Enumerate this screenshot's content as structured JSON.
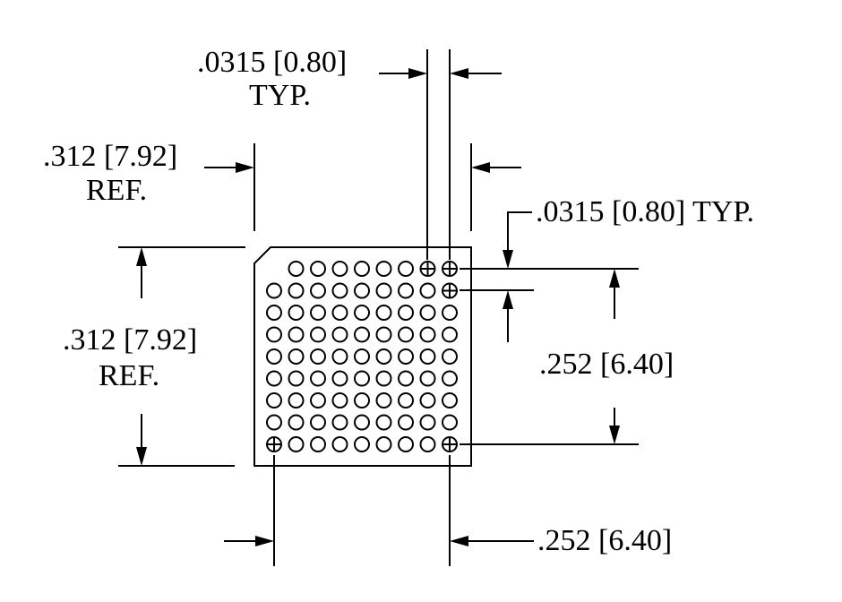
{
  "labels": {
    "pitch_x": ".0315 [0.80]",
    "pitch_x_note": "TYP.",
    "pitch_y": ".0315 [0.80] TYP.",
    "body_width": ".312 [7.92]",
    "body_width_note": "REF.",
    "body_height": ".312 [7.92]",
    "body_height_note": "REF.",
    "span_y": ".252 [6.40]",
    "span_x": ".252 [6.40]"
  },
  "grid": {
    "rows": 9,
    "cols": 9,
    "marked_balls": [
      "row1-col8",
      "row1-col9",
      "row2-col9",
      "row9-col1",
      "row9-col9"
    ],
    "missing_balls": [
      "row1-col1"
    ]
  },
  "colors": {
    "line": "#000000",
    "background": "#ffffff"
  }
}
